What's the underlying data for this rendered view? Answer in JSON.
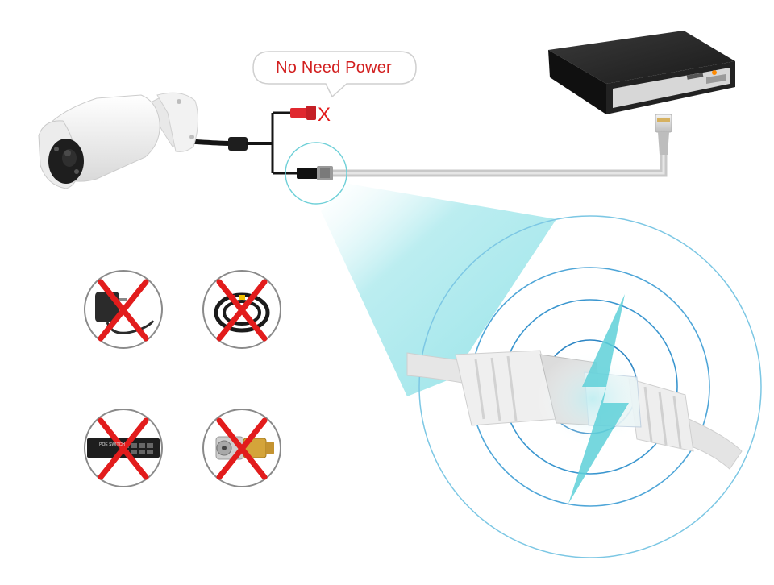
{
  "callout": {
    "text": "No Need Power",
    "color": "#d21f1f"
  },
  "colors": {
    "cable_gray": "#c8c8c8",
    "cable_black": "#151515",
    "power_red": "#e0282f",
    "cross_red": "#e21c1c",
    "signal_cyan": "#7fdde3",
    "ring_blue": "#5bb5db"
  },
  "components": {
    "camera": "bullet-camera",
    "recorder": "nvr-recorder",
    "cable": "ethernet-cable"
  },
  "not_needed_items": [
    {
      "name": "power-adapter-icon"
    },
    {
      "name": "coaxial-cable-icon"
    },
    {
      "name": "poe-switch-icon",
      "label": "POE SWITCH"
    },
    {
      "name": "bnc-connector-icon"
    }
  ]
}
